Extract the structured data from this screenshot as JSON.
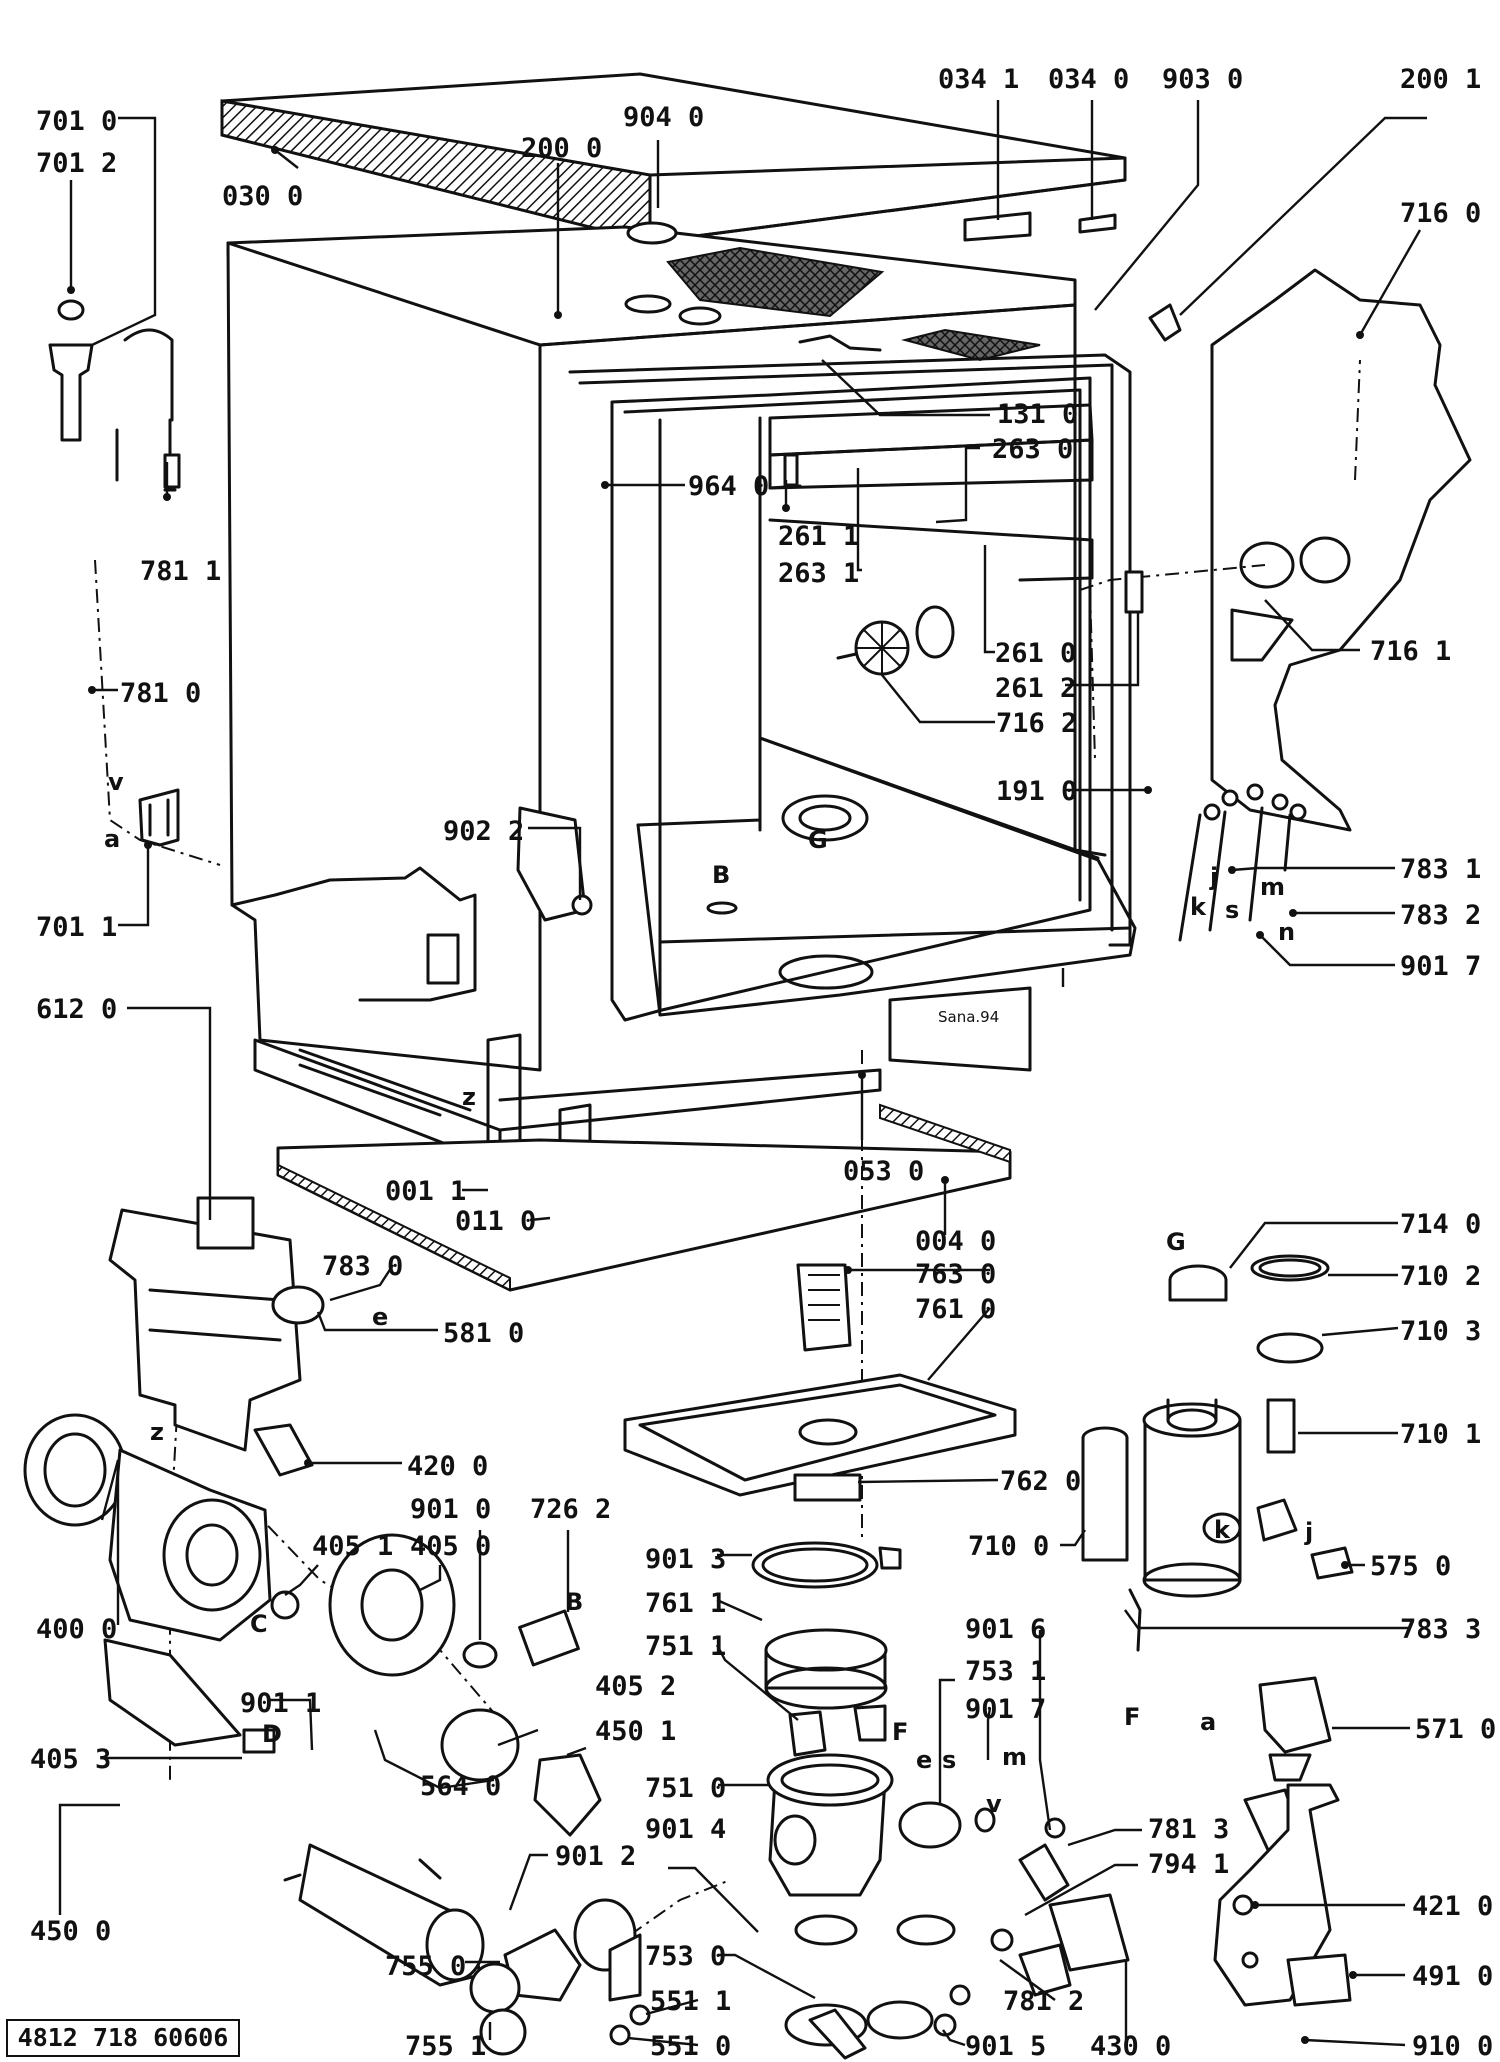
{
  "document_number": "4812 718 60606",
  "callouts": [
    {
      "id": "c0300",
      "label": "030 0"
    },
    {
      "id": "c7010",
      "label": "701 0"
    },
    {
      "id": "c7012",
      "label": "701 2"
    },
    {
      "id": "c9040",
      "label": "904 0"
    },
    {
      "id": "c2000",
      "label": "200 0"
    },
    {
      "id": "c0341",
      "label": "034 1"
    },
    {
      "id": "c0340",
      "label": "034 0"
    },
    {
      "id": "c9030",
      "label": "903 0"
    },
    {
      "id": "c2001",
      "label": "200 1"
    },
    {
      "id": "c7160",
      "label": "716 0"
    },
    {
      "id": "c1310",
      "label": "131 0"
    },
    {
      "id": "c2630",
      "label": "263 0"
    },
    {
      "id": "c9640",
      "label": "964 0"
    },
    {
      "id": "c2611",
      "label": "261 1"
    },
    {
      "id": "c2631",
      "label": "263 1"
    },
    {
      "id": "c7811",
      "label": "781 1"
    },
    {
      "id": "c7810",
      "label": "781 0"
    },
    {
      "id": "c2610",
      "label": "261 0"
    },
    {
      "id": "c2612",
      "label": "261 2"
    },
    {
      "id": "c7162",
      "label": "716 2"
    },
    {
      "id": "c7161",
      "label": "716 1"
    },
    {
      "id": "c1910",
      "label": "191 0"
    },
    {
      "id": "c9022",
      "label": "902 2"
    },
    {
      "id": "c7831",
      "label": "783 1"
    },
    {
      "id": "c7832",
      "label": "783 2"
    },
    {
      "id": "c9017a",
      "label": "901 7"
    },
    {
      "id": "c7011",
      "label": "701 1"
    },
    {
      "id": "c6120",
      "label": "612 0"
    },
    {
      "id": "c0530",
      "label": "053 0"
    },
    {
      "id": "c0011",
      "label": "001 1"
    },
    {
      "id": "c0110",
      "label": "011 0"
    },
    {
      "id": "c0040",
      "label": "004 0"
    },
    {
      "id": "c7830",
      "label": "783 0"
    },
    {
      "id": "c7630",
      "label": "763 0"
    },
    {
      "id": "c7610",
      "label": "761 0"
    },
    {
      "id": "c7140",
      "label": "714 0"
    },
    {
      "id": "c7102",
      "label": "710 2"
    },
    {
      "id": "c5810",
      "label": "581 0"
    },
    {
      "id": "c7103",
      "label": "710 3"
    },
    {
      "id": "c4200",
      "label": "420 0"
    },
    {
      "id": "c7101",
      "label": "710 1"
    },
    {
      "id": "c9010",
      "label": "901 0"
    },
    {
      "id": "c7262",
      "label": "726 2"
    },
    {
      "id": "c7620",
      "label": "762 0"
    },
    {
      "id": "c4051",
      "label": "405 1"
    },
    {
      "id": "c4050",
      "label": "405 0"
    },
    {
      "id": "c9013",
      "label": "901 3"
    },
    {
      "id": "c7100",
      "label": "710 0"
    },
    {
      "id": "c5750",
      "label": "575 0"
    },
    {
      "id": "c4000",
      "label": "400 0"
    },
    {
      "id": "c7611",
      "label": "761 1"
    },
    {
      "id": "c9016",
      "label": "901 6"
    },
    {
      "id": "c7833",
      "label": "783 3"
    },
    {
      "id": "c7511",
      "label": "751 1"
    },
    {
      "id": "c7531",
      "label": "753 1"
    },
    {
      "id": "c9011",
      "label": "901 1"
    },
    {
      "id": "c4052",
      "label": "405 2"
    },
    {
      "id": "c9017b",
      "label": "901 7"
    },
    {
      "id": "c5710",
      "label": "571 0"
    },
    {
      "id": "c4053",
      "label": "405 3"
    },
    {
      "id": "c4501",
      "label": "450 1"
    },
    {
      "id": "c7510",
      "label": "751 0"
    },
    {
      "id": "c5640",
      "label": "564 0"
    },
    {
      "id": "c9014",
      "label": "901 4"
    },
    {
      "id": "c7813",
      "label": "781 3"
    },
    {
      "id": "c9012",
      "label": "901 2"
    },
    {
      "id": "c7941",
      "label": "794 1"
    },
    {
      "id": "c4500",
      "label": "450 0"
    },
    {
      "id": "c4210",
      "label": "421 0"
    },
    {
      "id": "c7550",
      "label": "755 0"
    },
    {
      "id": "c7530",
      "label": "753 0"
    },
    {
      "id": "c5511",
      "label": "551 1"
    },
    {
      "id": "c7812",
      "label": "781 2"
    },
    {
      "id": "c4910",
      "label": "491 0"
    },
    {
      "id": "c7551",
      "label": "755 1"
    },
    {
      "id": "c5510",
      "label": "551 0"
    },
    {
      "id": "c9015",
      "label": "901 5"
    },
    {
      "id": "c4300",
      "label": "430 0"
    },
    {
      "id": "c9100",
      "label": "910 0"
    }
  ],
  "letters": [
    {
      "id": "l_v1",
      "text": "v"
    },
    {
      "id": "l_a1",
      "text": "a"
    },
    {
      "id": "l_G1",
      "text": "G"
    },
    {
      "id": "l_B1",
      "text": "B"
    },
    {
      "id": "l_z1",
      "text": "z"
    },
    {
      "id": "l_k1",
      "text": "k"
    },
    {
      "id": "l_j1",
      "text": "j"
    },
    {
      "id": "l_s1",
      "text": "s"
    },
    {
      "id": "l_m1",
      "text": "m"
    },
    {
      "id": "l_n1",
      "text": "n"
    },
    {
      "id": "l_e1",
      "text": "e"
    },
    {
      "id": "l_G2",
      "text": "G"
    },
    {
      "id": "l_z2",
      "text": "z"
    },
    {
      "id": "l_C1",
      "text": "C"
    },
    {
      "id": "l_B2",
      "text": "B"
    },
    {
      "id": "l_D1",
      "text": "D"
    },
    {
      "id": "l_k2",
      "text": "k"
    },
    {
      "id": "l_j2",
      "text": "j"
    },
    {
      "id": "l_F1",
      "text": "F"
    },
    {
      "id": "l_F2",
      "text": "F"
    },
    {
      "id": "l_e2",
      "text": "e"
    },
    {
      "id": "l_s2",
      "text": "s"
    },
    {
      "id": "l_m2",
      "text": "m"
    },
    {
      "id": "l_v2",
      "text": "v"
    },
    {
      "id": "l_a2",
      "text": "a"
    }
  ]
}
